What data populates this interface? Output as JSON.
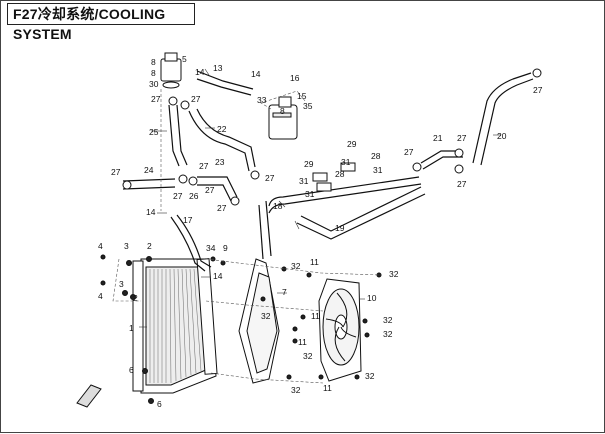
{
  "title": "F27冷却系统/COOLING SYSTEM",
  "callouts": {
    "c1": "1",
    "c2a": "2",
    "c2b": "2",
    "c3a": "3",
    "c3b": "3",
    "c4a": "4",
    "c4b": "4",
    "c5": "5",
    "c6a": "6",
    "c6b": "6",
    "c7": "7",
    "c8a": "8",
    "c8b": "8",
    "c8c": "8",
    "c9": "9",
    "c10": "10",
    "c11a": "11",
    "c11b": "11",
    "c11c": "11",
    "c11d": "11",
    "c13": "13",
    "c14a": "14",
    "c14b": "14",
    "c14c": "14",
    "c15": "15",
    "c16": "16",
    "c17": "17",
    "c18": "18",
    "c19": "19",
    "c20": "20",
    "c21": "21",
    "c22": "22",
    "c23": "23",
    "c24": "24",
    "c25": "25",
    "c26": "26",
    "c27a": "27",
    "c27b": "27",
    "c27c": "27",
    "c27d": "27",
    "c27e": "27",
    "c27f": "27",
    "c27g": "27",
    "c27h": "27",
    "c27i": "27",
    "c27j": "27",
    "c27k": "27",
    "c27l": "27",
    "c27m": "27",
    "c28a": "28",
    "c28b": "28",
    "c29a": "29",
    "c29b": "29",
    "c30": "30",
    "c31a": "31",
    "c31b": "31",
    "c31c": "31",
    "c31d": "31",
    "c32a": "32",
    "c32b": "32",
    "c32c": "32",
    "c32d": "32",
    "c32e": "32",
    "c32f": "32",
    "c32g": "32",
    "c32h": "32",
    "c33": "33",
    "c34": "34",
    "c35": "35"
  }
}
